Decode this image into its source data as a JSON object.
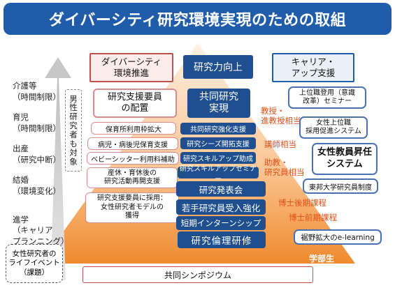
{
  "title": "ダイバーシティ研究環境実現のための取組",
  "life_events": [
    {
      "name": "介護等",
      "sub": "（時間制限）"
    },
    {
      "name": "育児",
      "sub": "（時間制限）"
    },
    {
      "name": "出産",
      "sub": "（研究中断）"
    },
    {
      "name": "結婚",
      "sub": "（環境変化）"
    },
    {
      "name": "進学",
      "sub": "（キャリア\nプランニング）"
    }
  ],
  "life_event_note": [
    "男",
    "性",
    "研",
    "究",
    "者",
    "も",
    "対",
    "象"
  ],
  "life_event_box": "女性研究者の\nライフイベント\n（課題）",
  "columns": {
    "left_head": "ダイバーシティ\n環境推進",
    "center_head": "研究力向上",
    "right_head": "キャリア・\nアップ支援"
  },
  "left_items": [
    "研究支援要員\nの配置",
    "保育所利用枠拡大",
    "病児・病後児保育支援",
    "ベビーシッター利用料補助",
    "産休・育休後の\n研究活動再開支援",
    "研究支援要員に採用：\n女性研究者モデルの\n獲得"
  ],
  "center_items": [
    "共同研究\n実現",
    "共同研究強化支援",
    "研究シーズ開拓支援",
    "研究スキルアップ助成",
    "研究スキルアップセミナー",
    "研究発表会",
    "若手研究員受入強化",
    "短期インターンシップ",
    "研究倫理研修"
  ],
  "levels": [
    "教授・\n進教授相当",
    "講師相当",
    "助教・\n研究員相当",
    "博士後期課程",
    "博士前期課程",
    "学部生"
  ],
  "right_items": [
    "上位職登用（意識\n改革）セミナー",
    "女性上位職\n採用促進システム",
    "女性教員昇任\nシステム",
    "東邦大学研究員制度",
    "裾野拡大のe-learning"
  ],
  "bottom": "共同シンポジウム",
  "colors": {
    "header": "#1f5daa",
    "navy": "#1f4f8f",
    "pyramid_top": "#fde6cf",
    "pyramid_bottom": "#f39b4a",
    "pink_border": "#c0504d",
    "accent_orange": "#e0521a"
  }
}
